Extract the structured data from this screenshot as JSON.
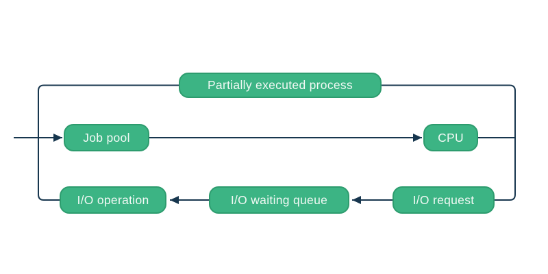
{
  "diagram": {
    "kind": "process-scheduling-flow",
    "nodes": [
      {
        "id": "partially-executed-process",
        "label": "Partially executed process"
      },
      {
        "id": "job-pool",
        "label": "Job pool"
      },
      {
        "id": "cpu",
        "label": "CPU"
      },
      {
        "id": "io-operation",
        "label": "I/O operation"
      },
      {
        "id": "io-waiting-queue",
        "label": "I/O waiting queue"
      },
      {
        "id": "io-request",
        "label": "I/O request"
      }
    ],
    "edges": [
      {
        "from": "entry",
        "to": "job-pool",
        "arrow": true
      },
      {
        "from": "job-pool",
        "to": "cpu",
        "arrow": true
      },
      {
        "from": "cpu",
        "to": "right-loop",
        "arrow": false
      },
      {
        "from": "right-loop",
        "to": "io-request",
        "arrow": false
      },
      {
        "from": "io-request",
        "to": "io-waiting-queue",
        "arrow": true
      },
      {
        "from": "io-waiting-queue",
        "to": "io-operation",
        "arrow": true
      },
      {
        "from": "io-operation",
        "to": "left-loop",
        "arrow": false
      },
      {
        "from": "left-loop",
        "to": "partially-executed-process",
        "arrow": false
      },
      {
        "from": "partially-executed-process",
        "to": "right-loop",
        "arrow": false
      }
    ],
    "colors": {
      "node_fill": "#3cb484",
      "node_border": "#2d9c6e",
      "node_text": "#f2f9f5",
      "connector": "#17364e",
      "background": "#ffffff"
    }
  }
}
